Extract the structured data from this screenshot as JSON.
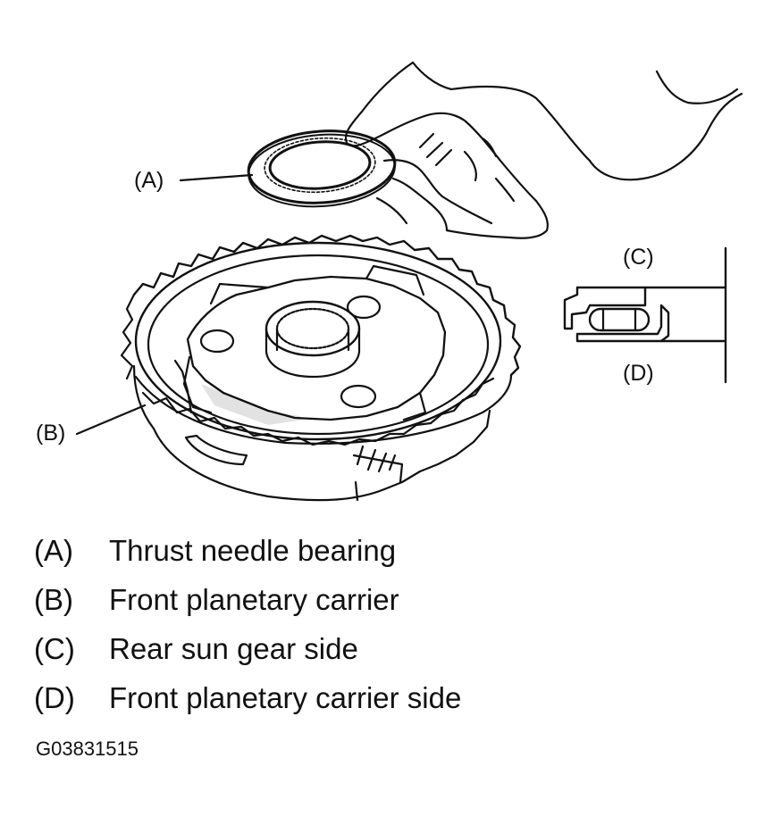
{
  "callouts": {
    "a": "(A)",
    "b": "(B)",
    "c": "(C)",
    "d": "(D)"
  },
  "legend": [
    {
      "key": "(A)",
      "description": "Thrust needle bearing"
    },
    {
      "key": "(B)",
      "description": "Front planetary carrier"
    },
    {
      "key": "(C)",
      "description": "Rear sun gear side"
    },
    {
      "key": "(D)",
      "description": "Front planetary carrier side"
    }
  ],
  "figure_id": "G03831515",
  "colors": {
    "ink": "#111111",
    "paper": "#ffffff"
  }
}
